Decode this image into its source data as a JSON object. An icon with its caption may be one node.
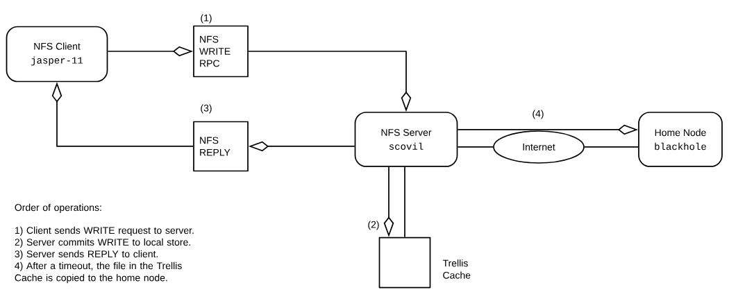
{
  "diagram": {
    "nodes": [
      {
        "text": [
          "NFS Client",
          "jasper-11"
        ]
      },
      {
        "text": [
          "NFS WRITE RPC"
        ],
        "beside": [
          "(1)"
        ]
      },
      {
        "text": [
          "NFS Server",
          "scovil"
        ]
      },
      {
        "text": [
          "NFS REPLY"
        ],
        "beside": [
          "(3)"
        ]
      },
      {
        "text": [
          "Internet"
        ]
      },
      {
        "text": [
          "Home Node",
          "blackhole"
        ]
      },
      {
        "text": [],
        "shape": "cylinder",
        "beside": [
          "Trellis Cache"
        ]
      }
    ],
    "edges": [
      {
        "from": 0,
        "to": 1,
        "arrow": "to"
      },
      {
        "from": 1,
        "to": 2,
        "arrow": "to"
      },
      {
        "from": 2,
        "to": 3,
        "arrow": "to"
      },
      {
        "from": 3,
        "to": 0,
        "arrow": "to"
      },
      {
        "from": 2,
        "to": 5,
        "arrow": "to",
        "label": "(4)"
      },
      {
        "from": 2,
        "to": 4,
        "arrow": "none"
      },
      {
        "from": 4,
        "to": 5,
        "arrow": "none"
      },
      {
        "from": 2,
        "to": 6,
        "arrow": "to",
        "label": "(2)"
      },
      {
        "from": 6,
        "to": 2,
        "arrow": "none"
      }
    ],
    "labels": [
      "Order of operations:",
      "1) Client sends WRITE request to server.",
      "2) Server commits WRITE to local store.",
      "3) Server sends REPLY to client.",
      "4) After a timeout, the file in the Trellis Cache is copied to the home node."
    ]
  }
}
